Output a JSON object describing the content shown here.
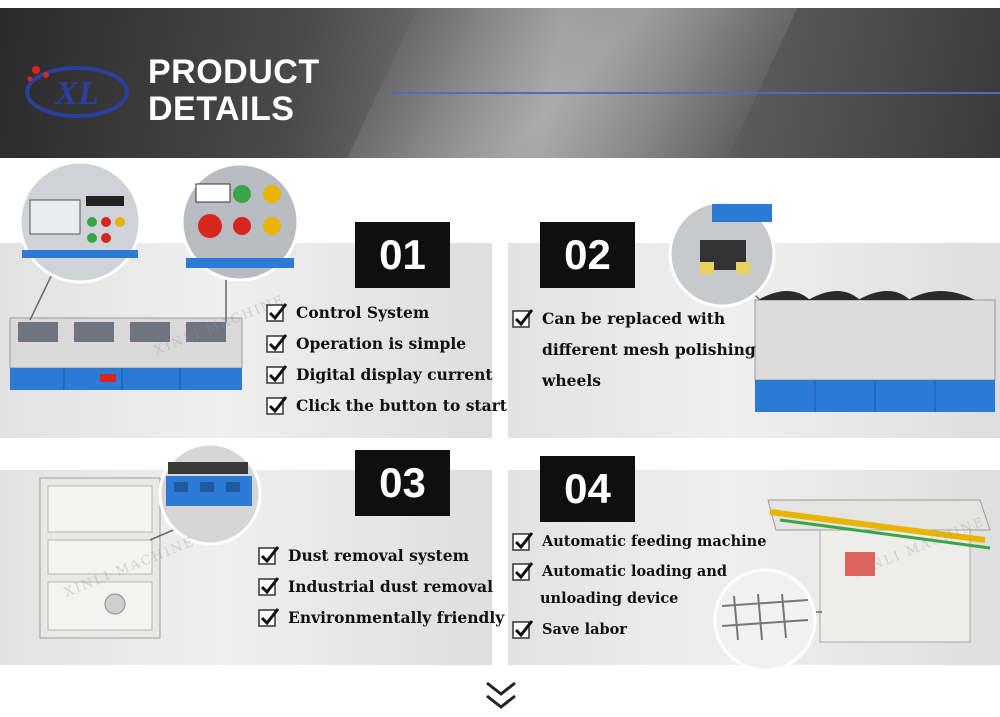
{
  "header": {
    "logo_text": "XL",
    "title_line1": "PRODUCT",
    "title_line2": "DETAILS"
  },
  "sections": [
    {
      "number": "01",
      "features": [
        "Control System",
        "Operation is simple",
        "Digital display current",
        "Click the button to start"
      ]
    },
    {
      "number": "02",
      "feature_lines": [
        "Can be replaced with",
        "different mesh polishing",
        "wheels"
      ]
    },
    {
      "number": "03",
      "features": [
        "Dust removal system",
        "Industrial dust removal",
        "Environmentally friendly"
      ]
    },
    {
      "number": "04",
      "features": [
        "Automatic feeding machine",
        "Automatic loading and",
        "Save labor"
      ],
      "continuation": "unloading device"
    }
  ],
  "watermark": "XINLI MACHINE",
  "icons": {
    "check": "checkbox-check-icon",
    "scroll": "double-chevron-down-icon"
  },
  "colors": {
    "number_box": "#0f0f0f",
    "title_line": "#4b6fbf",
    "machine_blue": "#2b7bd6",
    "logo_red": "#d8261f",
    "logo_blue": "#2a3f9e"
  }
}
